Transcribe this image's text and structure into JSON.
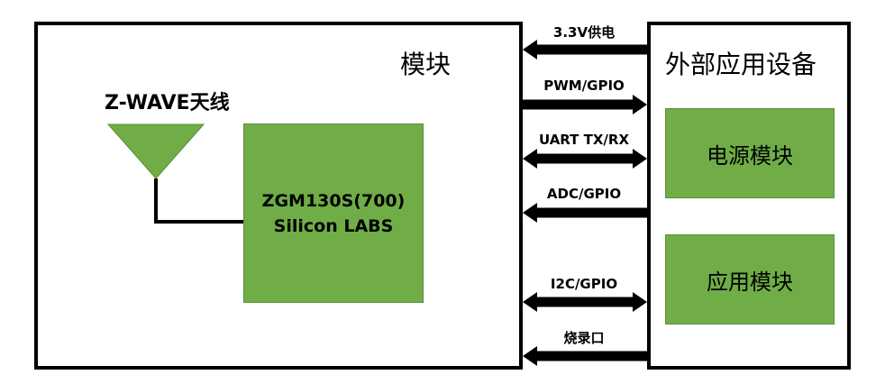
{
  "module": {
    "title": "模块"
  },
  "device": {
    "title": "外部应用设备"
  },
  "antenna": {
    "label": "Z-WAVE天线"
  },
  "chip": {
    "line1": "ZGM130S(700)",
    "line2": "Silicon LABS"
  },
  "power_module": {
    "label": "电源模块"
  },
  "app_module": {
    "label": "应用模块"
  },
  "colors": {
    "green": "#70ad47",
    "line": "#000000"
  },
  "signals": [
    {
      "label": "3.3V供电",
      "direction": "left"
    },
    {
      "label": "PWM/GPIO",
      "direction": "right"
    },
    {
      "label": "UART TX/RX",
      "direction": "both"
    },
    {
      "label": "ADC/GPIO",
      "direction": "left"
    },
    {
      "label": "I2C/GPIO",
      "direction": "both"
    },
    {
      "label": "烧录口",
      "direction": "left"
    }
  ]
}
